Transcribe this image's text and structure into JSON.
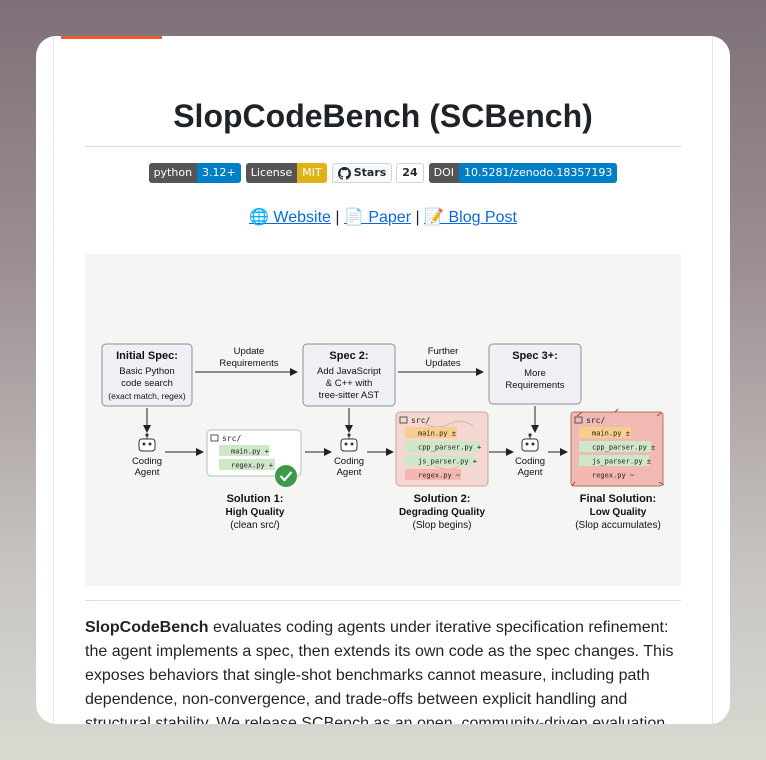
{
  "title": "SlopCodeBench (SCBench)",
  "colors": {
    "accent": "#f05a28",
    "link": "#0969da",
    "badge_dark": "#555555",
    "badge_blue": "#007ec6",
    "badge_yellow": "#dfb317"
  },
  "badges": {
    "python": {
      "label": "python",
      "value": "3.12+"
    },
    "license": {
      "label": "License",
      "value": "MIT"
    },
    "stars": {
      "label": "Stars",
      "count": "24"
    },
    "doi": {
      "label": "DOI",
      "value": "10.5281/zenodo.18357193"
    }
  },
  "links": {
    "website": "🌐 Website",
    "paper": "📄 Paper",
    "blog": "📝 Blog Post",
    "sep": "|"
  },
  "diagram": {
    "initial_spec": {
      "title": "Initial Spec:",
      "lines": [
        "Basic Python",
        "code search",
        "(exact match, regex)"
      ]
    },
    "spec2": {
      "title": "Spec 2:",
      "lines": [
        "Add JavaScript",
        "& C++ with",
        "tree-sitter AST"
      ]
    },
    "spec3": {
      "title": "Spec 3+:",
      "lines": [
        "More",
        "Requirements"
      ]
    },
    "arrow1": [
      "Update",
      "Requirements"
    ],
    "arrow2": [
      "Further",
      "Updates"
    ],
    "agent_label": [
      "Coding",
      "Agent"
    ],
    "sol1_files": {
      "dir": "src/",
      "files": [
        "main.py +",
        "regex.py +"
      ]
    },
    "sol2_files": {
      "dir": "src/",
      "files": [
        "main.py ±",
        "cpp_parser.py +",
        "js_parser.py +",
        "regex.py ~"
      ]
    },
    "final_files": {
      "dir": "src/",
      "files": [
        "main.py ±",
        "cpp_parser.py ±",
        "js_parser.py ±",
        "regex.py ~"
      ]
    },
    "sol1": {
      "title": "Solution 1:",
      "sub": "High Quality",
      "note": "(clean src/)"
    },
    "sol2": {
      "title": "Solution 2:",
      "sub": "Degrading Quality",
      "note": "(Slop begins)"
    },
    "final": {
      "title": "Final Solution:",
      "sub": "Low Quality",
      "note": "(Slop accumulates)"
    }
  },
  "paragraph": {
    "bold": "SlopCodeBench",
    "text": " evaluates coding agents under iterative specification refinement: the agent implements a spec, then extends its own code as the spec changes. This exposes behaviors that single-shot benchmarks cannot measure, including path dependence, non-convergence, and trade-offs between explicit handling and structural stability. We release SCBench as an open, community-driven evaluation"
  }
}
